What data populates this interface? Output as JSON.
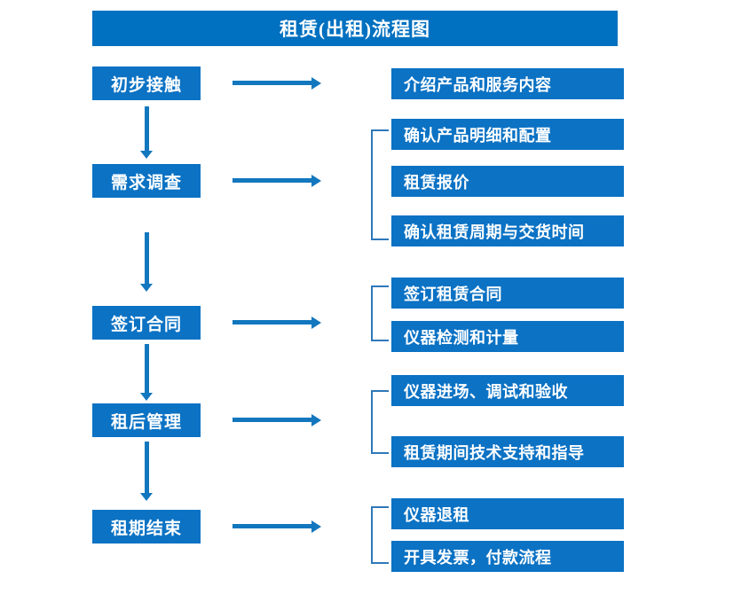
{
  "diagram": {
    "title": "租赁(出租)流程图",
    "colors": {
      "title_bar": "#0070C0",
      "box_fill": "#0B72C4",
      "box_text": "#FFFFFF",
      "arrow": "#1277BE",
      "bracket": "#2E78B8",
      "background": "#FFFFFF"
    },
    "stages": [
      {
        "label": "初步接触",
        "details": [
          {
            "label": "介绍产品和服务内容"
          }
        ]
      },
      {
        "label": "需求调查",
        "details": [
          {
            "label": "确认产品明细和配置"
          },
          {
            "label": "租赁报价"
          },
          {
            "label": "确认租赁周期与交货时间"
          }
        ]
      },
      {
        "label": "签订合同",
        "details": [
          {
            "label": "签订租赁合同"
          },
          {
            "label": "仪器检测和计量"
          }
        ]
      },
      {
        "label": "租后管理",
        "details": [
          {
            "label": "仪器进场、调试和验收"
          },
          {
            "label": "租赁期间技术支持和指导"
          }
        ]
      },
      {
        "label": "租期结束",
        "details": [
          {
            "label": "仪器退租"
          },
          {
            "label": "开具发票，付款流程"
          }
        ]
      }
    ]
  }
}
